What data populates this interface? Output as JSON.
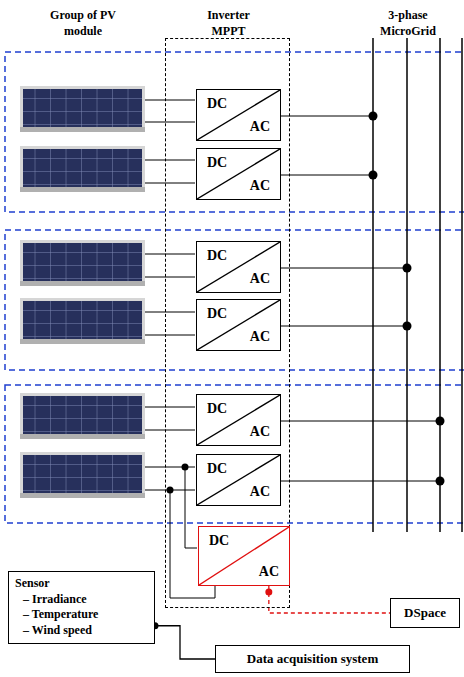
{
  "diagram": {
    "nodes": [
      {
        "text": [
          "Inverter MPPT"
        ]
      },
      {
        "text": [
          "DC",
          "AC"
        ],
        "in": 0
      },
      {
        "text": [
          "DC",
          "AC"
        ],
        "in": 0
      },
      {
        "text": [
          "DC",
          "AC"
        ],
        "in": 0
      },
      {
        "text": [
          "DC",
          "AC"
        ],
        "in": 0
      },
      {
        "text": [
          "DC",
          "AC"
        ],
        "in": 0
      },
      {
        "text": [
          "DC",
          "AC"
        ],
        "in": 0
      },
      {
        "text": [
          "DC",
          "AC"
        ],
        "in": 0
      },
      {
        "text": [
          "DSpace"
        ]
      },
      {
        "text": [
          "Sensor",
          "– Irradiance",
          "– Temperature",
          "– Wind speed"
        ]
      },
      {
        "text": [
          "Data acquisition system"
        ]
      }
    ],
    "edges": [
      {
        "from": 7,
        "to": 8,
        "arrow": "none"
      },
      {
        "from": 9,
        "to": 10,
        "arrow": "none"
      }
    ],
    "labels": [
      "Group of PV module",
      "3-phase MicroGrid"
    ]
  }
}
